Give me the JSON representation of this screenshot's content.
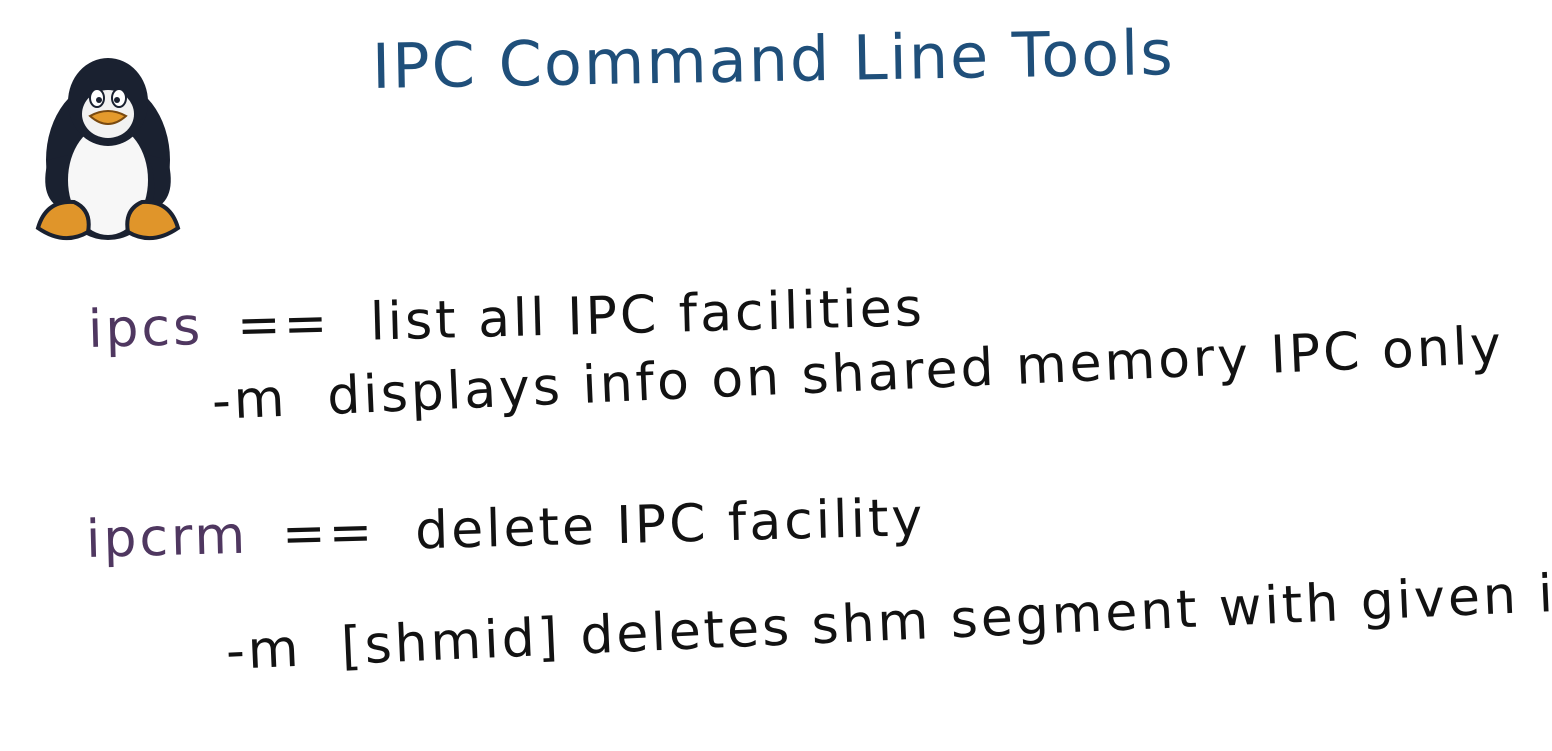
{
  "title": "IPC Command Line Tools",
  "icon": "tux-penguin-icon",
  "colors": {
    "title": "#1f4f7a",
    "command": "#4f3760",
    "text": "#121212"
  },
  "lines": [
    {
      "command": "ipcs",
      "separator": "==",
      "text": "list all IPC facilities"
    },
    {
      "flag": "-m",
      "text": "displays info on shared memory IPC only"
    },
    {
      "command": "ipcrm",
      "separator": "==",
      "text": "delete IPC facility"
    },
    {
      "flag": "-m",
      "text": "[shmid] deletes shm segment with given id"
    }
  ]
}
